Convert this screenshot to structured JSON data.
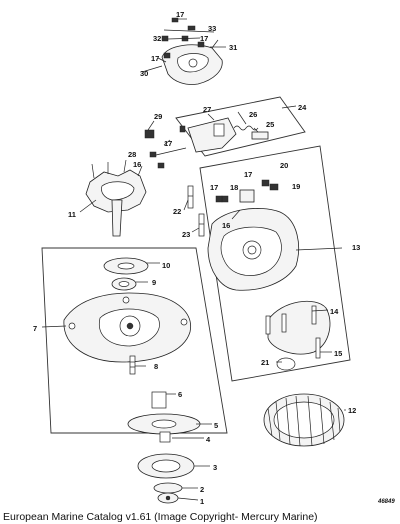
{
  "diagram": {
    "callouts": [
      {
        "id": "c17a",
        "label": "17"
      },
      {
        "id": "c33",
        "label": "33"
      },
      {
        "id": "c32",
        "label": "32"
      },
      {
        "id": "c17b",
        "label": "17"
      },
      {
        "id": "c31",
        "label": "31"
      },
      {
        "id": "c17c",
        "label": "17"
      },
      {
        "id": "c30",
        "label": "30"
      },
      {
        "id": "c24",
        "label": "24"
      },
      {
        "id": "c27",
        "label": "27"
      },
      {
        "id": "c29",
        "label": "29"
      },
      {
        "id": "c26",
        "label": "26"
      },
      {
        "id": "c25",
        "label": "25"
      },
      {
        "id": "c17d",
        "label": "17"
      },
      {
        "id": "c28",
        "label": "28"
      },
      {
        "id": "c16a",
        "label": "16"
      },
      {
        "id": "c20",
        "label": "20"
      },
      {
        "id": "c17e",
        "label": "17"
      },
      {
        "id": "c18",
        "label": "18"
      },
      {
        "id": "c19",
        "label": "19"
      },
      {
        "id": "c17f",
        "label": "17"
      },
      {
        "id": "c11",
        "label": "11"
      },
      {
        "id": "c22",
        "label": "22"
      },
      {
        "id": "c16b",
        "label": "16"
      },
      {
        "id": "c23",
        "label": "23"
      },
      {
        "id": "c13",
        "label": "13"
      },
      {
        "id": "c10",
        "label": "10"
      },
      {
        "id": "c9",
        "label": "9"
      },
      {
        "id": "c7",
        "label": "7"
      },
      {
        "id": "c14",
        "label": "14"
      },
      {
        "id": "c21",
        "label": "21"
      },
      {
        "id": "c15",
        "label": "15"
      },
      {
        "id": "c8",
        "label": "8"
      },
      {
        "id": "c6",
        "label": "6"
      },
      {
        "id": "c12",
        "label": "12"
      },
      {
        "id": "c5",
        "label": "5"
      },
      {
        "id": "c4",
        "label": "4"
      },
      {
        "id": "c3",
        "label": "3"
      },
      {
        "id": "c2",
        "label": "2"
      },
      {
        "id": "c1",
        "label": "1"
      }
    ],
    "reference_number": "46849"
  },
  "caption": "European Marine Catalog v1.61 (Image Copyright- Mercury Marine)"
}
